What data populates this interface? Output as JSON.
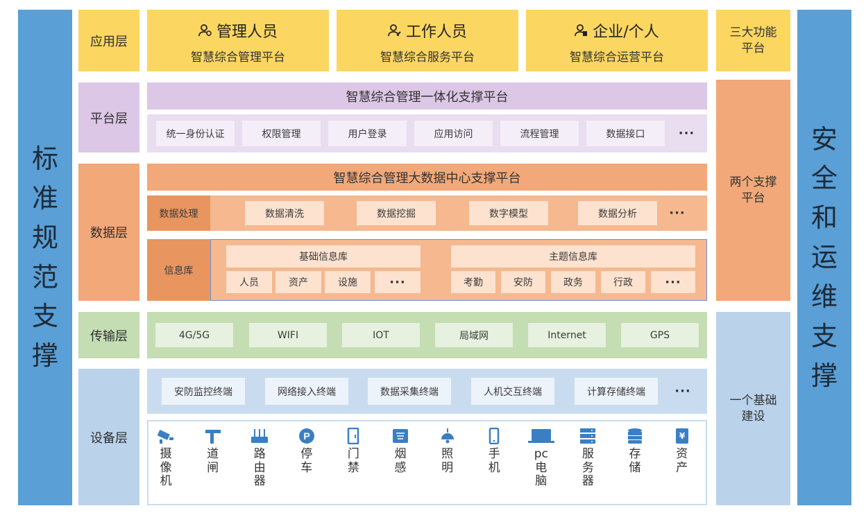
{
  "left_side": [
    "标",
    "准",
    "规",
    "范",
    "支",
    "撑"
  ],
  "right_side": [
    "安",
    "全",
    "和",
    "运",
    "维",
    "支",
    "撑"
  ],
  "layers": {
    "app": "应用层",
    "platform": "平台层",
    "data": "数据层",
    "transport": "传输层",
    "device": "设备层"
  },
  "apps": [
    {
      "title": "管理人员",
      "sub": "智慧综合管理平台"
    },
    {
      "title": "工作人员",
      "sub": "智慧综合服务平台"
    },
    {
      "title": "企业/个人",
      "sub": "智慧综合运营平台"
    }
  ],
  "platform": {
    "title": "智慧综合管理一体化支撑平台",
    "items": [
      "统一身份认证",
      "权限管理",
      "用户登录",
      "应用访问",
      "流程管理",
      "数据接口"
    ],
    "more": "···"
  },
  "data_layer": {
    "title": "智慧综合管理大数据中心支撑平台",
    "processing_label": "数据处理",
    "processing": [
      "数据清洗",
      "数据挖掘",
      "数字模型",
      "数据分析"
    ],
    "more": "···",
    "info_label": "信息库",
    "base_db": {
      "title": "基础信息库",
      "items": [
        "人员",
        "资产",
        "设施"
      ],
      "more": "···"
    },
    "topic_db": {
      "title": "主题信息库",
      "items": [
        "考勤",
        "安防",
        "政务",
        "行政"
      ],
      "more": "···"
    }
  },
  "transport": [
    "4G/5G",
    "WIFI",
    "IOT",
    "局域网",
    "Internet",
    "GPS"
  ],
  "terminals": {
    "items": [
      "安防监控终端",
      "网络接入终端",
      "数据采集终端",
      "人机交互终端",
      "计算存储终端"
    ],
    "more": "···"
  },
  "devices": [
    {
      "icon": "camera-icon",
      "label": [
        "摄",
        "像",
        "机"
      ]
    },
    {
      "icon": "gate-icon",
      "label": [
        "道",
        "闸"
      ]
    },
    {
      "icon": "router-icon",
      "label": [
        "路",
        "由",
        "器"
      ]
    },
    {
      "icon": "parking-icon",
      "label": [
        "停",
        "车"
      ]
    },
    {
      "icon": "door-icon",
      "label": [
        "门",
        "禁"
      ]
    },
    {
      "icon": "smoke-icon",
      "label": [
        "烟",
        "感"
      ]
    },
    {
      "icon": "lamp-icon",
      "label": [
        "照",
        "明"
      ]
    },
    {
      "icon": "phone-icon",
      "label": [
        "手",
        "机"
      ]
    },
    {
      "icon": "laptop-icon",
      "label": [
        "pc",
        "电",
        "脑"
      ]
    },
    {
      "icon": "server-icon",
      "label": [
        "服",
        "务",
        "器"
      ]
    },
    {
      "icon": "storage-icon",
      "label": [
        "存",
        "储"
      ]
    },
    {
      "icon": "asset-icon",
      "label": [
        "资",
        "产"
      ]
    }
  ],
  "right_labels": {
    "functions": "三大功能平台",
    "support": "两个支撑平台",
    "base": "一个基础建设"
  },
  "colors": {
    "side": "#5a9fd6",
    "app": "#fbd661",
    "platform": "#dcc7e6",
    "data": "#f2a878",
    "transport": "#c4ddb3",
    "device": "#bad3ea",
    "icon": "#3a7fc4"
  }
}
